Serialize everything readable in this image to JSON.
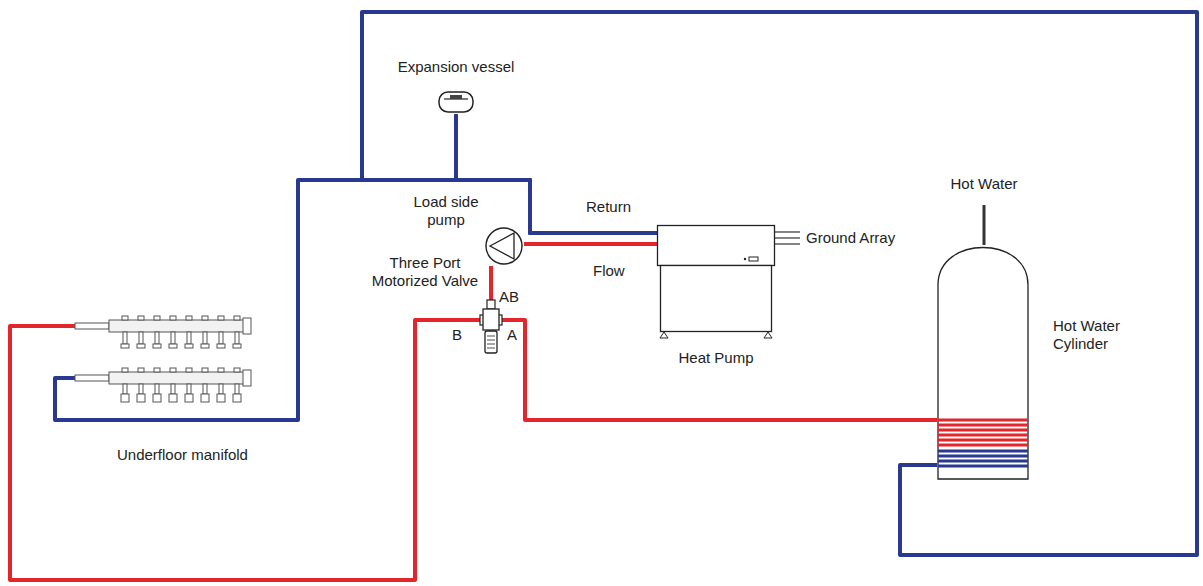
{
  "diagram": {
    "nodes": [
      {
        "text": [
          "Expansion vessel"
        ]
      },
      {
        "text": [
          "Load side pump"
        ]
      },
      {
        "text": [
          "Three Port Motorized Valve"
        ]
      },
      {
        "text": [
          "Heat Pump"
        ]
      },
      {
        "text": [
          "Hot Water",
          "Hot Water Cylinder"
        ]
      },
      {
        "text": [
          "Underfloor manifold"
        ]
      }
    ],
    "edges": [
      {
        "from": 3,
        "to": 1,
        "arrow": "none",
        "label": "Flow"
      },
      {
        "from": 1,
        "to": 2,
        "arrow": "none"
      },
      {
        "from": 2,
        "to": 4,
        "arrow": "none"
      },
      {
        "from": 2,
        "to": 5,
        "arrow": "none"
      },
      {
        "from": 5,
        "to": 3,
        "arrow": "none",
        "label": "Return"
      },
      {
        "from": 4,
        "to": 3,
        "arrow": "none"
      },
      {
        "from": 0,
        "to": 3,
        "arrow": "none"
      }
    ],
    "labels": [
      "AB",
      "B",
      "A",
      "Ground Array"
    ]
  }
}
